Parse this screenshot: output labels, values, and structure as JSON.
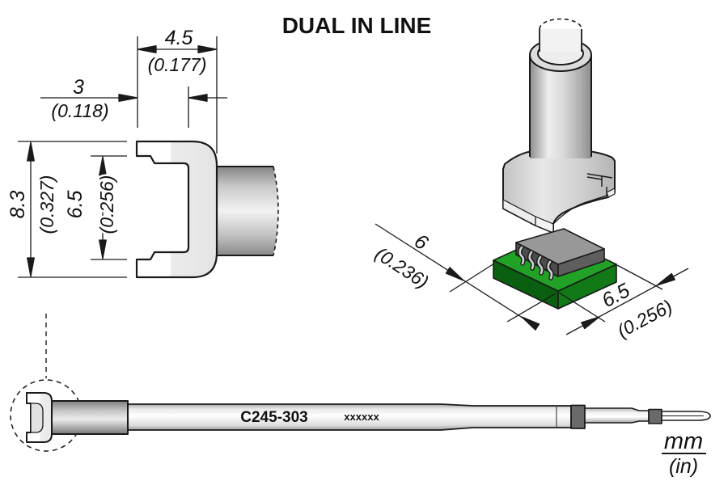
{
  "title": "DUAL IN LINE",
  "front_view": {
    "dim_width_mm": "4.5",
    "dim_width_in": "(0.177)",
    "dim_depth_mm": "3",
    "dim_depth_in": "(0.118)",
    "dim_height_mm": "8.3",
    "dim_height_in": "(0.327)",
    "dim_inner_mm": "6.5",
    "dim_inner_in": "(0.256)"
  },
  "iso_view": {
    "dim_pcb_left_mm": "6",
    "dim_pcb_left_in": "(0.236)",
    "dim_pcb_right_mm": "6.5",
    "dim_pcb_right_in": "(0.256)"
  },
  "cartridge": {
    "model": "C245-303",
    "marking": "xxxxxx"
  },
  "units": {
    "metric": "mm",
    "imperial": "(in)"
  },
  "colors": {
    "line": "#1a1a1a",
    "pcb_top": "#21a126",
    "pcb_side_left": "#0a5f10",
    "pcb_side_right": "#117a16",
    "chip_top": "#989898",
    "chip_side_left": "#4c4c4c",
    "chip_side_right": "#5e5e5e",
    "band": "#6a6a6a"
  }
}
